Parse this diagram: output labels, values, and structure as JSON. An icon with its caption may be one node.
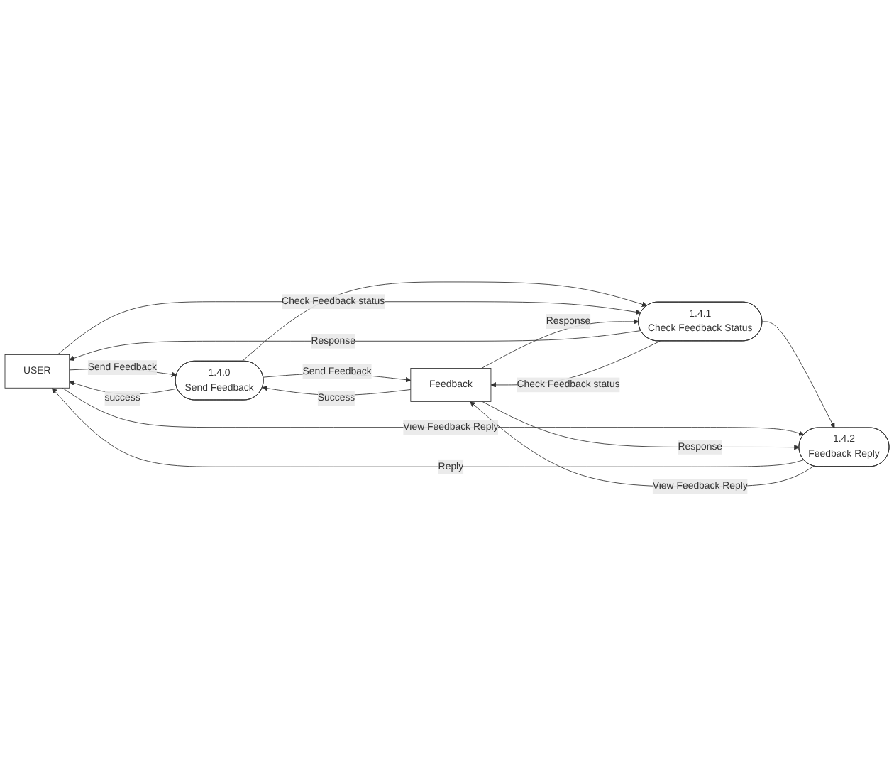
{
  "diagram": {
    "nodes": [
      {
        "text": [
          "USER"
        ]
      },
      {
        "text": [
          "Feedback"
        ]
      },
      {
        "text": [
          "1.4.0",
          "Send Feedback"
        ]
      },
      {
        "text": [
          "1.4.1",
          "Check Feedback Status"
        ]
      },
      {
        "text": [
          "1.4.2",
          "Feedback Reply"
        ]
      }
    ],
    "edges": [
      {
        "from": 0,
        "to": 2,
        "arrow": "to",
        "label": "Send Feedback"
      },
      {
        "from": 2,
        "to": 0,
        "arrow": "to",
        "label": "success"
      },
      {
        "from": 2,
        "to": 1,
        "arrow": "to",
        "label": "Send Feedback"
      },
      {
        "from": 1,
        "to": 2,
        "arrow": "to",
        "label": "Success"
      },
      {
        "from": 2,
        "to": 3,
        "arrow": "to"
      },
      {
        "from": 0,
        "to": 3,
        "arrow": "to",
        "label": "Check Feedback status"
      },
      {
        "from": 3,
        "to": 0,
        "arrow": "to",
        "label": "Response"
      },
      {
        "from": 3,
        "to": 1,
        "arrow": "to",
        "label": "Check Feedback status"
      },
      {
        "from": 1,
        "to": 3,
        "arrow": "to",
        "label": "Response"
      },
      {
        "from": 3,
        "to": 4,
        "arrow": "to"
      },
      {
        "from": 0,
        "to": 4,
        "arrow": "to",
        "label": "View Feedback Reply"
      },
      {
        "from": 4,
        "to": 0,
        "arrow": "to",
        "label": "Reply"
      },
      {
        "from": 4,
        "to": 1,
        "arrow": "to",
        "label": "View Feedback Reply"
      },
      {
        "from": 1,
        "to": 4,
        "arrow": "to",
        "label": "Response"
      }
    ]
  }
}
